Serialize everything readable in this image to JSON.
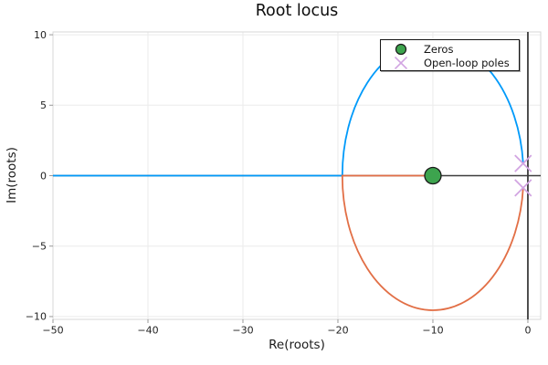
{
  "title": "Root locus",
  "axes": {
    "x": {
      "label": "Re(roots)"
    },
    "y": {
      "label": "Im(roots)"
    }
  },
  "legend": {
    "items": [
      {
        "label": "Zeros"
      },
      {
        "label": "Open-loop poles"
      }
    ]
  },
  "chart_data": {
    "type": "line",
    "title": "Root locus",
    "xlabel": "Re(roots)",
    "ylabel": "Im(roots)",
    "xlim": [
      -50,
      1.35
    ],
    "ylim": [
      -10.2,
      10.2
    ],
    "grid": true,
    "legend_position": "top-right",
    "x_ticks": [
      -50,
      -40,
      -30,
      -20,
      -10,
      0
    ],
    "x_tick_labels": [
      "−50",
      "−40",
      "−30",
      "−20",
      "−10",
      "0"
    ],
    "y_ticks": [
      -10,
      -5,
      0,
      5,
      10
    ],
    "y_tick_labels": [
      "−10",
      "−5",
      "0",
      "5",
      "10"
    ],
    "zeros": [
      {
        "re": -10,
        "im": 0
      }
    ],
    "open_loop_poles": [
      {
        "re": -0.5,
        "im": 0.866
      },
      {
        "re": -0.5,
        "im": -0.866
      }
    ],
    "locus_circle": {
      "center_re": -10,
      "center_im": 0,
      "radius": 9.539
    },
    "series": [
      {
        "name": "locus-branch-1",
        "color": "#009AFA",
        "pre_segment": [
          [
            -50,
            0
          ],
          [
            -19.539,
            0
          ]
        ],
        "arc_deg": [
          180,
          5.21
        ]
      },
      {
        "name": "locus-branch-2",
        "color": "#E26F46",
        "arc_deg": [
          -5.21,
          -180
        ],
        "post_segment": [
          [
            -19.539,
            0
          ],
          [
            -10,
            0
          ]
        ]
      }
    ],
    "origin_axes": {
      "x0": 0,
      "y0": 0,
      "color": "#3C3C3C"
    },
    "markers": {
      "zero": {
        "shape": "circle",
        "fill": "#3DA44E",
        "stroke": "#1A1A1A",
        "radius_px": 9
      },
      "pole": {
        "shape": "x",
        "stroke": "#D2A5E2",
        "half_size_px": 9
      }
    },
    "style": {
      "grid_color": "#EBEBEB",
      "frame_color": "#D7D7D7",
      "tick_color": "#9A9A9A",
      "text_color": "#1F1F1F",
      "line_width": 1.8
    }
  }
}
